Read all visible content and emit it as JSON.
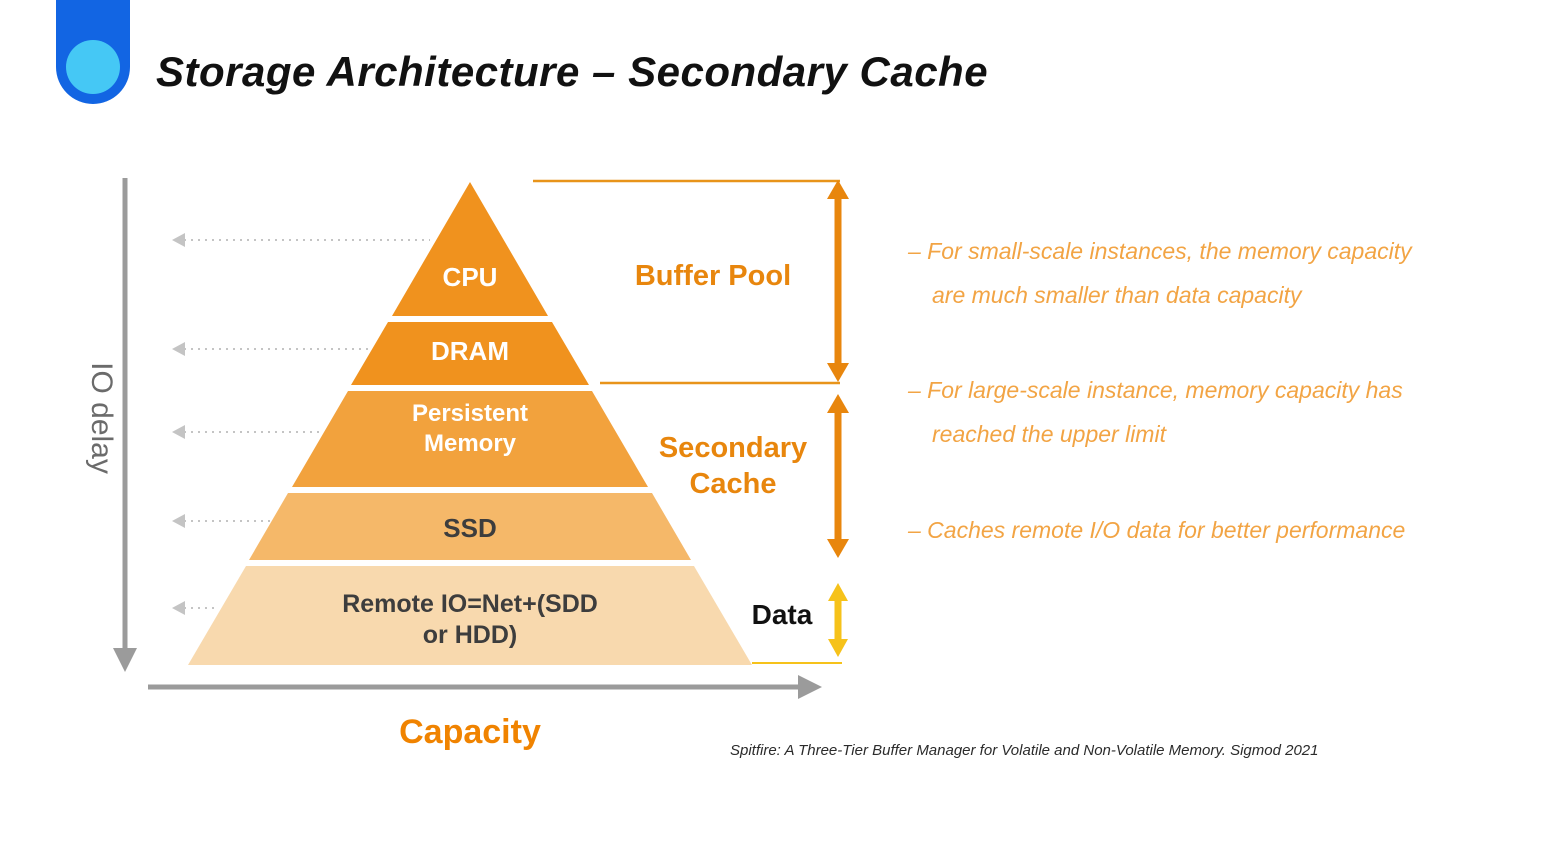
{
  "slide": {
    "title": "Storage Architecture – Secondary Cache",
    "citation": "Spitfire: A Three-Tier Buffer Manager for Volatile and Non-Volatile Memory. Sigmod 2021"
  },
  "axes": {
    "y_label": "IO delay",
    "x_label": "Capacity"
  },
  "pyramid": {
    "tiers": [
      {
        "label": "CPU",
        "color": "#F0921E"
      },
      {
        "label": "DRAM",
        "color": "#F0921E"
      },
      {
        "label": "Persistent\nMemory",
        "color": "#F2A23D"
      },
      {
        "label": "SSD",
        "color": "#F5B869"
      },
      {
        "label": "Remote IO=Net+(SDD\nor HDD)",
        "color": "#F8D9AE"
      }
    ]
  },
  "brackets": {
    "buffer_pool": "Buffer Pool",
    "secondary_cache": "Secondary\nCache",
    "data": "Data"
  },
  "bullets": [
    "– For small-scale instances, the memory capacity\nare much smaller than data capacity",
    "– For large-scale instance, memory capacity has\nreached the upper limit",
    "– Caches remote I/O data for better performance"
  ],
  "colors": {
    "accent_orange": "#E8860D",
    "bracket_line_orange": "#E8941A",
    "data_arrow_yellow": "#F6C21A",
    "bullet_text_orange": "#F2A444",
    "capacity_label_orange": "#F08300",
    "axis_gray": "#9B9B9B",
    "dashed_arrow_gray": "#C4C4C4",
    "logo_blue": "#1265E3",
    "logo_cyan": "#45C8F5"
  }
}
